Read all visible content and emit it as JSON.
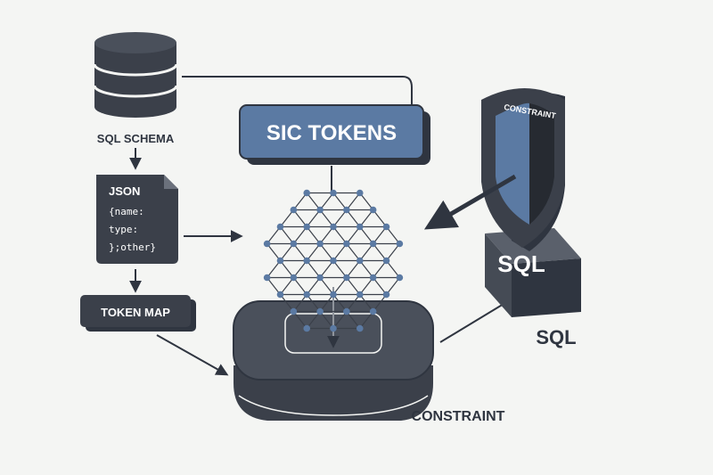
{
  "labels": {
    "sql_schema": "SQL SCHEMA",
    "sic_tokens": "SIC TOKENS",
    "token_map": "TOKEN MAP",
    "constraint_platform": "CONSTRAINT",
    "sql_block": "SQL",
    "sql_caption": "SQL",
    "shield_text": "CONSTRAINT"
  },
  "json_doc": {
    "title": "JSON",
    "lines": [
      "{name:",
      "type:",
      "};other}"
    ]
  },
  "colors": {
    "dark": "#3b404a",
    "accent": "#5b7aa3",
    "background": "#f4f5f3",
    "line": "#2f3540"
  },
  "icons": {
    "database": "database-icon",
    "document": "document-icon",
    "lattice": "hexagonal-lattice",
    "platform": "platform-block",
    "shield": "shield-icon"
  }
}
